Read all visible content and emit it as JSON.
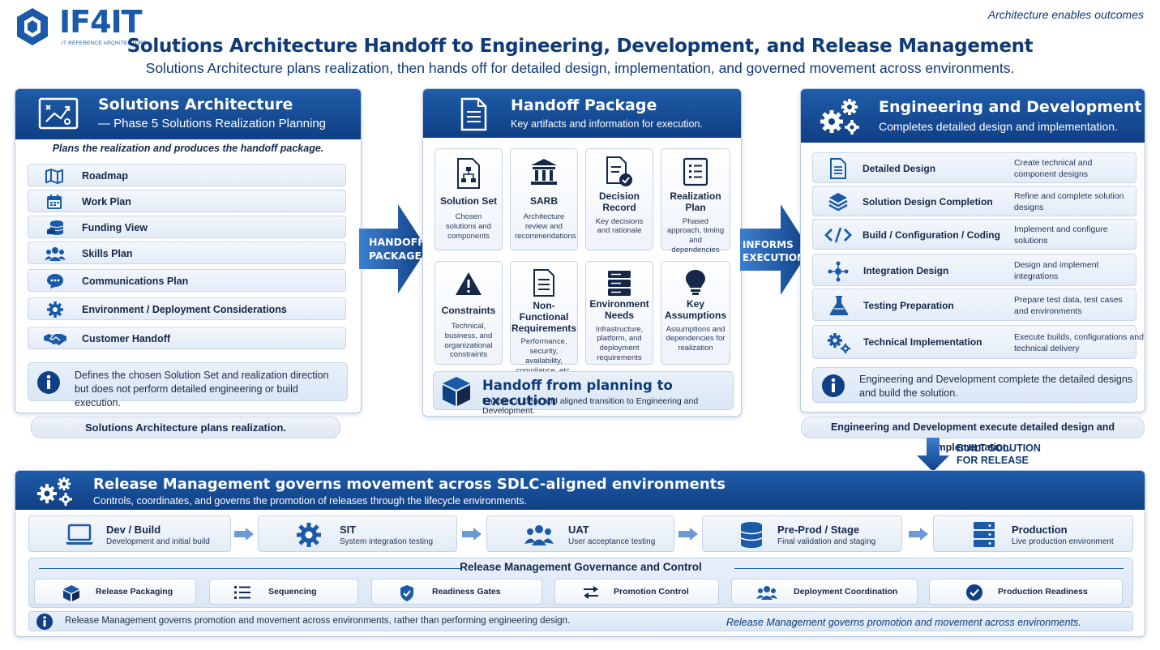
{
  "header": {
    "logo_text": "IF4IT",
    "logo_sub": "IT REFERENCE ARCHITECTURE",
    "tagline": "Architecture enables outcomes",
    "title": "Solutions Architecture Handoff to Engineering, Development, and Release Management",
    "subtitle": "Solutions Architecture plans realization, then hands off for detailed design, implementation, and governed movement across environments."
  },
  "colors": {
    "navy": "#0f3f85",
    "accent": "#1a5aa8",
    "panel_border": "#b8c9e0"
  },
  "solutions": {
    "title": "Solutions Architecture",
    "subtitle": "— Phase 5 Solutions Realization Planning",
    "intro": "Plans the realization and produces the handoff package.",
    "items": [
      {
        "label": "Roadmap",
        "icon": "map-icon"
      },
      {
        "label": "Work Plan",
        "icon": "calendar-icon"
      },
      {
        "label": "Funding View",
        "icon": "coins-icon"
      },
      {
        "label": "Skills Plan",
        "icon": "people-icon"
      },
      {
        "label": "Communications Plan",
        "icon": "chat-icon"
      },
      {
        "label": "Environment / Deployment Considerations",
        "icon": "gear-icon"
      },
      {
        "label": "Customer Handoff",
        "icon": "handshake-icon"
      }
    ],
    "info_line1": "Defines the chosen Solution Set and realization direction",
    "info_line2": "but does not perform detailed engineering or build execution.",
    "footer": "Solutions Architecture plans realization."
  },
  "arrow1": {
    "line1": "HANDOFF",
    "line2": "PACKAGE"
  },
  "handoff": {
    "title": "Handoff Package",
    "subtitle": "Key artifacts and information for execution.",
    "tiles": [
      {
        "title": "Solution Set",
        "desc": "Chosen solutions and components",
        "icon": "hierarchy-doc-icon"
      },
      {
        "title": "SARB",
        "desc": "Architecture review and recommendations",
        "icon": "building-icon"
      },
      {
        "title": "Decision Record",
        "desc": "Key decisions and rationale",
        "icon": "doc-check-icon"
      },
      {
        "title": "Realization Plan",
        "desc": "Phased approach, timing and dependencies",
        "icon": "checklist-icon"
      },
      {
        "title": "Constraints",
        "desc": "Technical, business, and organizational constraints",
        "icon": "warning-icon"
      },
      {
        "title": "Non-Functional Requirements",
        "desc": "Performance, security, availability, compliance, etc.",
        "icon": "document-icon"
      },
      {
        "title": "Environment Needs",
        "desc": "Infrastructure, platform, and deployment requirements",
        "icon": "server-icon"
      },
      {
        "title": "Key Assumptions",
        "desc": "Assumptions and dependencies for realization",
        "icon": "lightbulb-icon"
      }
    ],
    "banner_title": "Handoff from planning to execution",
    "banner_sub": "Enables a clear and aligned transition to Engineering and Development."
  },
  "arrow2": {
    "line1": "INFORMS",
    "line2": "EXECUTION"
  },
  "engineering": {
    "title": "Engineering and Development",
    "subtitle": "Completes detailed design and implementation.",
    "items": [
      {
        "label": "Detailed Design",
        "desc": "Create technical and component designs",
        "icon": "document-icon"
      },
      {
        "label": "Solution Design Completion",
        "desc": "Refine and complete solution designs",
        "icon": "layers-icon"
      },
      {
        "label": "Build / Configuration / Coding",
        "desc": "Implement and configure solutions",
        "icon": "code-icon"
      },
      {
        "label": "Integration Design",
        "desc": "Design and implement integrations",
        "icon": "network-icon"
      },
      {
        "label": "Testing Preparation",
        "desc": "Prepare test data, test cases and environments",
        "icon": "flask-icon"
      },
      {
        "label": "Technical Implementation",
        "desc": "Execute builds, configurations and technical delivery",
        "icon": "gears-icon"
      }
    ],
    "info_line1": "Engineering and Development complete the detailed designs",
    "info_line2": "and build the solution.",
    "footer": "Engineering and Development execute detailed design and implementation."
  },
  "built": {
    "line1": "BUILT SOLUTION",
    "line2": "FOR RELEASE"
  },
  "release": {
    "title": "Release Management governs movement across SDLC-aligned environments",
    "subtitle": "Controls, coordinates, and governs the promotion of releases through the lifecycle environments.",
    "environments": [
      {
        "title": "Dev / Build",
        "sub": "Development and initial build",
        "icon": "laptop-icon"
      },
      {
        "title": "SIT",
        "sub": "System integration testing",
        "icon": "gear-icon"
      },
      {
        "title": "UAT",
        "sub": "User acceptance testing",
        "icon": "people-icon"
      },
      {
        "title": "Pre-Prod / Stage",
        "sub": "Final validation and staging",
        "icon": "database-icon"
      },
      {
        "title": "Production",
        "sub": "Live production environment",
        "icon": "server-icon"
      }
    ],
    "governance_title": "Release Management Governance and Control",
    "governance": [
      {
        "label": "Release Packaging",
        "icon": "box-icon"
      },
      {
        "label": "Sequencing",
        "icon": "list-icon"
      },
      {
        "label": "Readiness Gates",
        "icon": "shield-check-icon"
      },
      {
        "label": "Promotion Control",
        "icon": "swap-arrows-icon"
      },
      {
        "label": "Deployment Coordination",
        "icon": "people-icon"
      },
      {
        "label": "Production Readiness",
        "icon": "check-circle-icon"
      }
    ],
    "note_left": "Release Management governs promotion and movement across environments, rather than performing engineering design.",
    "note_right": "Release Management governs promotion and movement across environments."
  }
}
